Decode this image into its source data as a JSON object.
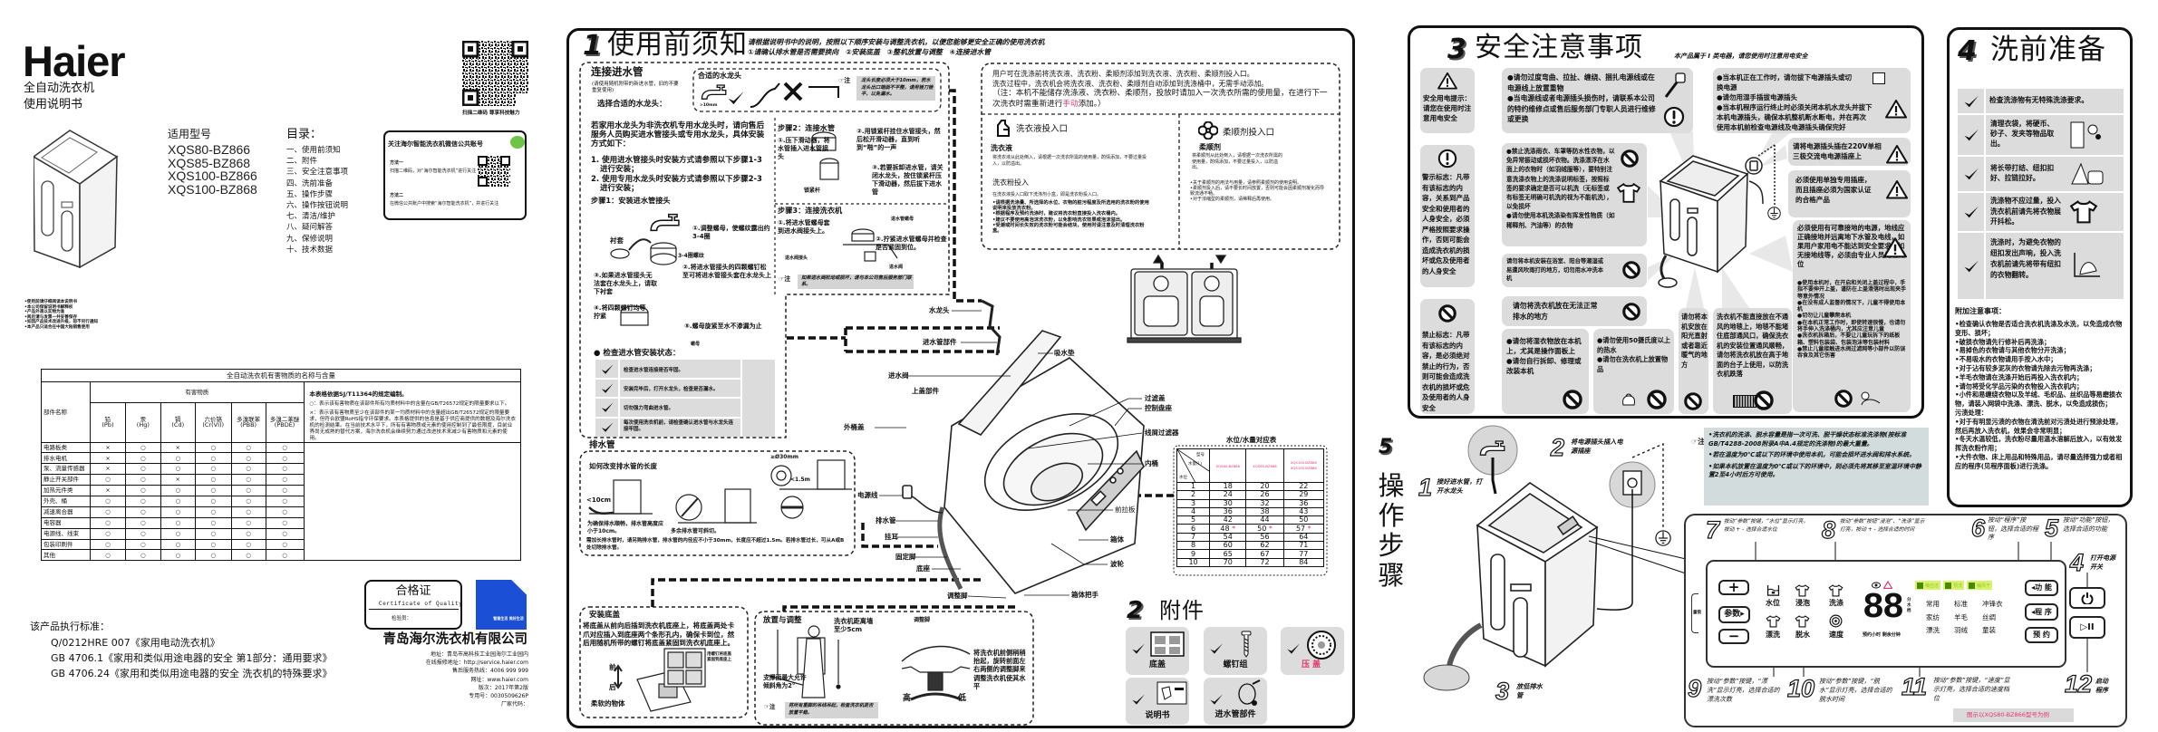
{
  "cover": {
    "brand": "Haier",
    "product_type": "全自动洗衣机",
    "doc_type": "使用说明书",
    "qr_caption": "扫描二维码 尊享科技魅力",
    "models_title": "适用型号",
    "models": [
      "XQS80-BZ866",
      "XQS85-BZ868",
      "XQS100-BZ866",
      "XQS100-BZ868"
    ],
    "toc_title": "目录：",
    "toc": [
      "一、使用前须知",
      "二、附件",
      "三、安全注意事项",
      "四、洗前准备",
      "五、操作步骤",
      "六、操作按钮说明",
      "七、清洁/维护",
      "八、疑问解答",
      "九、保修说明",
      "十、技术数据"
    ],
    "wechat": {
      "title": "关注海尔智能洗衣机微信公共账号",
      "method1_label": "方法一",
      "method1_text": "扫描二维码，对“海尔智能洗衣机”进行关注",
      "method2_label": "方法二",
      "method2_text": "在微信公共账户中搜索“海尔智能洗衣机”，并进行关注"
    },
    "notes": [
      "•使用前请仔细阅读本说明书",
      "•本公司保留说明书解释权",
      "•产品外观以实物为准",
      "•阅后请与发票一并妥善保存",
      "•如因产品技术改进升级，恕不另行通知",
      "•本产品只适合在中国大陆销售使用"
    ],
    "hazard_table": {
      "title": "全自动洗衣机有害物质的名称与含量",
      "part_header": "部件名称",
      "substance_header": "有害物质",
      "columns": [
        {
          "name": "铅",
          "symbol": "(Pb)"
        },
        {
          "name": "汞",
          "symbol": "(Hg)"
        },
        {
          "name": "镉",
          "symbol": "(Cd)"
        },
        {
          "name": "六价铬",
          "symbol": "(Cr(VI))"
        },
        {
          "name": "多溴联苯",
          "symbol": "(PBB)"
        },
        {
          "name": "多溴二苯醚",
          "symbol": "(PBDE)"
        }
      ],
      "rows": [
        {
          "part": "电路板类",
          "values": [
            "×",
            "○",
            "×",
            "○",
            "○",
            "○"
          ]
        },
        {
          "part": "排水电机",
          "values": [
            "×",
            "○",
            "○",
            "○",
            "○",
            "○"
          ]
        },
        {
          "part": "泵、流量传感器",
          "values": [
            "×",
            "○",
            "○",
            "○",
            "○",
            "○"
          ]
        },
        {
          "part": "静止开关部件",
          "values": [
            "○",
            "○",
            "×",
            "○",
            "○",
            "○"
          ]
        },
        {
          "part": "加热元件类",
          "values": [
            "×",
            "○",
            "○",
            "○",
            "○",
            "○"
          ]
        },
        {
          "part": "外壳、桶",
          "values": [
            "○",
            "○",
            "○",
            "○",
            "○",
            "○"
          ]
        },
        {
          "part": "减速离合器",
          "values": [
            "○",
            "○",
            "○",
            "○",
            "○",
            "○"
          ]
        },
        {
          "part": "电容器",
          "values": [
            "○",
            "○",
            "○",
            "○",
            "○",
            "○"
          ]
        },
        {
          "part": "电源线、线束",
          "values": [
            "○",
            "○",
            "○",
            "○",
            "○",
            "○"
          ]
        },
        {
          "part": "包装印刷件",
          "values": [
            "○",
            "○",
            "○",
            "○",
            "○",
            "○"
          ]
        },
        {
          "part": "其他",
          "values": [
            "○",
            "○",
            "○",
            "○",
            "○",
            "○"
          ]
        }
      ],
      "legend_basis": "本表格依据SJ/T11364的规定编制。",
      "legend_o": "○：表示该有害物质在该部件所有均质材料中的含量在GB/T26572规定的限量要求以下。",
      "legend_x": "×：表示该有害物质至少在该部件的某一均质材料中的含量超出GB/T26572规定的限量要求，但符合欧盟RoHS指令环保要求。本表格提供的信息是基于供应商提供的数据及海尔洗衣机的检测结果。在当前技术水平下，所有有害物质或元素的使用控制到了最低限度，目前业界尚无成熟的替代方案，海尔洗衣机会继续努力通过改进技术来减少有害物质和元素的使用。"
    },
    "standards": {
      "title": "该产品执行标准：",
      "items": [
        "Q/0212HRE 007《家用电动洗衣机》",
        "GB 4706.1《家用和类似用途电器的安全 第1部分：通用要求》",
        "GB 4706.24《家用和类似用途电器的安全 洗衣机的特殊要求》"
      ]
    },
    "certificate": {
      "title": "合格证",
      "subtitle": "Certificate of Quality",
      "inspector": "检验员："
    },
    "badge_text": "智慧生活 美好生活",
    "company": {
      "name": "青岛海尔洗衣机有限公司",
      "lines": [
        "地址：青岛市高科技工业园海尔工业园内",
        "在线报修地址：http://service.haier.com",
        "售后服务热线：4006 999 999",
        "网址：www.haier.com",
        "版次：2017年第2版",
        "专用号：0030509626P",
        "厂家代码："
      ]
    }
  },
  "section1": {
    "number": "1",
    "title": "使用前须知",
    "intro": [
      "请根据说明书中的说明，按照以下顺序安装与调整洗衣机，以便您能够更安全正确的使用洗衣机",
      "①请确认排水管是否需要换向　②安装底盖　③整机放置与调整　④连接进水管"
    ],
    "inlet": {
      "title": "连接进水管",
      "subtitle": "(请使用随机附带的新进水管，旧的不要重复使用)",
      "choose_faucet": "选择合适的水龙头：",
      "faucet_box_title": "合适的水龙头",
      "faucet_dim": ">10mm",
      "note_label": "☞注",
      "faucet_note": "龙头长度必须大于10mm，若水龙头出口端面不平整，请用锉刀锉平，以免漏水。",
      "nonstandard": "若家用水龙头为非洗衣机专用水龙头时，请向售后服务人员购买进水管接头或专用水龙头，具体安装方式如下：",
      "method1": "1. 使用进水管接头时安装方式请参照以下步骤1-3进行安装；",
      "method2": "2. 使用专用水龙头时安装方式请参照以下步骤2-3进行安装；",
      "step1_title": "步骤1：安装进水管接头",
      "step1": [
        "①.调整螺母，使螺纹露出约3-4圈",
        "②.将进水管接头的四颗螺钉松至可将进水管接头套在水龙头上",
        "③.如果进水管接头无法套在水龙头上，请取下衬套",
        "④.将四颗螺钉均等拧紧",
        "⑤.螺母旋紧至水不渗漏为止"
      ],
      "label_bushing": "衬套",
      "label_threads": "3-4圈螺纹",
      "label_nut": "螺母",
      "step2_title": "步骤2：连接水管",
      "step2": [
        "①.压下滑动器，将水管插入进水管接头",
        "②.用锁紧杆挂住水管接头，然后松开滑动器，直到听到“啪”的一声",
        "③.若要拆卸进水管，请关闭水龙头，按住锁紧杆压下滑动器，然后拔下进水管"
      ],
      "label_lever": "锁紧杆",
      "step3_title": "步骤3：连接洗衣机",
      "step3": [
        "①.将进水管螺母套到进水阀接头上。",
        "②.拧紧进水管螺母并检查是否紧固到位。"
      ],
      "label_hose_nut": "进水管螺母",
      "label_valve_connector": "进水阀接头",
      "label_valve": "进水阀",
      "step3_note": "如果进水阀松动或损坏，请与本公司售后服务部门联系。",
      "check_title": "● 检查进水管安装状态：",
      "checks": [
        "检查进水管连接是否牢固。",
        "安装完毕后，打开水龙头，检查是否漏水。",
        "切勿强力弯曲进水管。",
        "每次使用洗衣机前，请检查确认进水管与水龙头连接牢固。"
      ]
    },
    "detergent": {
      "intro": [
        "用户可在洗涤前将洗衣液、洗衣粉、柔顺剂添加到洗衣液、洗衣粉、柔顺剂投入口。",
        "洗衣过程中，洗衣机会将洗衣液、洗衣粉、柔顺剂自动添加到洗涤桶中，无需手动添加。"
      ],
      "caution_before": "（注：本机不能储存洗涤液、洗衣粉、柔顺剂，投放时请加入一次洗衣所需的使用量，在进行下一次洗衣时需重新进行",
      "caution_highlight": "手动",
      "caution_after": "添加。）",
      "liquid": {
        "inlet_title": "洗衣液投入口",
        "name": "洗衣液",
        "desc": "将洗衣液从此处倒入，请根据一次洗衣所需的使用量，酌情添加，不要过量投入，以防溢出。",
        "powder_title": "洗衣粉投入",
        "powder_desc": "在洗衣液投入口取下洗涤剂小盒，即是洗衣粉投入口。",
        "bullets": [
          "•请根据洗涤量、所选择的水位、衣物的脏污程度及所选用的洗衣粉的使用说明来投放洗衣粉。",
          "•根据程序及预约洗涤时，建议将洗衣粉直接投入洗衣桶内。",
          "•建议不要使用高泡沫洗衣粉，以免影响洗衣效果或泡沫溢出。",
          "•受潮或时间长失效的洗衣粉可能会结块，使用时请注意及时清理洗衣粉盒。"
        ]
      },
      "softener": {
        "inlet_title": "柔顺剂投入口",
        "name": "柔顺剂",
        "desc": "将柔顺剂从此处倒入，请根据一次洗衣所需的使用量，酌情添加，不要过量投入，以防溢出。",
        "bullets": [
          "•关于柔顺剂的用法与用量，请参照柔顺剂的使用说明。",
          "•柔顺剂投入后，请不要长时间放置，否则可能会因柔顺剂凝化而导致流通不畅。",
          "•对于浓缩型的柔顺剂，请稀释后再使用。"
        ]
      }
    },
    "parts": {
      "faucet": "水龙头",
      "inlet_hose": "进水管部件",
      "absorbent_pad": "吸水垫",
      "inlet_valve": "进水阀",
      "top_cover": "上盖部件",
      "outer_tub_cover": "外桶盖",
      "filter_cover": "过滤盖",
      "control_base": "控制盘座",
      "lint_filter": "线屑过滤器",
      "inner_tub": "内桶",
      "power_cord": "电源线",
      "front_panel": "前拉板",
      "drain_hose": "排水管",
      "hanger": "挂耳",
      "cabinet": "箱体",
      "fixed_foot": "固定脚",
      "base": "底座",
      "pulsator": "波轮",
      "handle": "箱体把手",
      "adjust_foot": "调整脚"
    },
    "water_table": {
      "title": "水位/水量对应表",
      "corner_model": "型号",
      "corner_volume": "水量(L)",
      "corner_level": "水位",
      "models": [
        "XQS80-BZ866",
        "XQS85-BZ868",
        "XQS100-BZ866 XQS100-BZ868"
      ],
      "rows": [
        {
          "level": "1",
          "values": [
            "18",
            "20",
            "22"
          ],
          "marks": [
            "",
            "",
            ""
          ]
        },
        {
          "level": "2",
          "values": [
            "24",
            "26",
            "29"
          ],
          "marks": [
            "",
            "",
            ""
          ]
        },
        {
          "level": "3",
          "values": [
            "30",
            "32",
            "36"
          ],
          "marks": [
            "",
            "",
            ""
          ]
        },
        {
          "level": "4",
          "values": [
            "36",
            "38",
            "43"
          ],
          "marks": [
            "",
            "",
            ""
          ]
        },
        {
          "level": "5",
          "values": [
            "42",
            "44",
            "50"
          ],
          "marks": [
            "",
            "",
            ""
          ]
        },
        {
          "level": "6",
          "values": [
            "48",
            "50",
            "57"
          ],
          "marks": [
            "*",
            "*",
            "*"
          ]
        },
        {
          "level": "7",
          "values": [
            "54",
            "56",
            "64"
          ],
          "marks": [
            "",
            "",
            ""
          ]
        },
        {
          "level": "8",
          "values": [
            "60",
            "62",
            "71"
          ],
          "marks": [
            "",
            "",
            ""
          ]
        },
        {
          "level": "9",
          "values": [
            "65",
            "67",
            "77"
          ],
          "marks": [
            "",
            "",
            ""
          ]
        },
        {
          "level": "10",
          "values": [
            "70",
            "72",
            "84"
          ],
          "marks": [
            "",
            "",
            ""
          ]
        }
      ]
    },
    "drain": {
      "title": "排水管",
      "subtitle": "如何改变排水管的长度",
      "height_limit": "<10cm",
      "height_text": "为确保排水顺畅，排水管高度应小于10cm。",
      "cut_text": "多余排水管可斜切。",
      "diameter": "≥Ø30mm",
      "length": "<1.5m",
      "extend_text": "需加长排水管时，请另购排水管，排水管的内径应不小于30mm，长度应不超过1.5m。若排水管过长，可从A或B处切除排水管。"
    },
    "base_cover": {
      "title": "安装底盖",
      "text": "将底盖从前向后插到洗衣机底座上，将底盖两处卡爪对应插入到底座两个条形孔内，确保卡到位，然后用随机所带的螺钉将底盖紧固到洗衣机底座上。",
      "front": "前",
      "back": "后",
      "soft_object": "柔软的物体",
      "screw_label": "用螺钉将底盖紧固到底座上"
    },
    "placement": {
      "title": "放置与调整",
      "wall_gap": "洗衣机距离墙至少5cm",
      "tilt": "支撑面最大允许倾斜角为2°",
      "note": "将所有重脚的吊线吊起，检查洗衣机是否放置平稳。",
      "foot_title": "调整脚",
      "high": "高",
      "low": "低",
      "adjust_text": "将洗衣机前侧稍稍抬起，旋转前面左右两侧的调整脚来调整洗衣机使其水平"
    }
  },
  "section2": {
    "number": "2",
    "title": "附件",
    "items": [
      {
        "label": "底盖"
      },
      {
        "label": "螺钉组"
      },
      {
        "label": "压盖"
      },
      {
        "label": "说明书"
      },
      {
        "label": "进水管部件"
      }
    ],
    "highlight_color": "#e8336b"
  },
  "section3": {
    "number": "3",
    "title": "安全注意事项",
    "class_note": "本产品属于 I 类电器，请您使用时注意用电安全",
    "legend": [
      {
        "text": "安全用电提示：请您在使用时注意用电安全"
      },
      {
        "text": "警示标志：凡带有该标志的内容，关系到产品安全和使用者的人身安全，必须严格按照要求操作，否则可能会造成洗衣机的损坏或危及使用者的人身安全"
      },
      {
        "text": "禁止标志：凡带有该标志的内容，是必须绝对禁止的行为，否则可能会造成洗衣机的损坏或危及使用者的人身安全"
      }
    ],
    "cord": [
      "●请勿过度弯曲、拉扯、缠绕、捆扎电源线或在电源线上放置重物",
      "●当电源线或者电源插头损伤时，请联系本公司的特约维修点或售后服务部门专职人员进行维修或更换"
    ],
    "garments": [
      "●禁止洗涤雨衣、车罩等防水性衣物，以免异常振动或损坏衣物。洗涤漂浮在水面上的衣物时（如羽绒服等），要特别注意洗涤衣物上的洗涤说明标签，按照标签的要求确定是否可以机洗（无标签或有标签无明确可机洗的视为不能机洗），以免损坏",
      "●请勿使用本机洗涤染有挥发性物质（如稀释剂、汽油等）的衣物"
    ],
    "bathroom": "请勿将本机安装在浴室、阳台等潮湿或易遭风吹雨打的地方，切勿用水冲洗本机",
    "drainage": "请勿将洗衣机放在无法正常排水的地方",
    "wet_clothes": [
      "●请勿将湿衣物放在本机上，尤其是操作面板上",
      "●请勿自行拆卸、修理或改装本机"
    ],
    "hot_water": [
      "●请勿使用50摄氏度以上的热水",
      "●请勿在洗衣机上放置物品"
    ],
    "sunlight": "请勿将本机安放在阳光直射或者靠近暖气的地方",
    "carpet": "洗衣机不能直接放在不通风的地毯上，地毯不能堵住底部通风口，确保洗衣机的安装位置通风顺畅，请勿将洗衣机放在高于地面的台子上使用，以防洗衣机跌落",
    "plug": [
      "●当本机正在工作时，请勿拔下电源插头或切换电源",
      "●请勿用湿手插拔电源插头",
      "●当本机程序运行终止时必须关闭本机水龙头并拔下本机电源插头，确保本机整机断水断电，并在再次使用本机前检查电源线及电源插头确保完好"
    ],
    "voltage": "请将电源插头插在220V单相三极交流电电源插座上",
    "socket": "必须使用单独专用插座，而且插座必须为国家认证的合格产品",
    "grounding": "必须使用有可靠接地的电源，地线应正确接地并远离地下水管及电线，如果用户家用电不能达到安全要求，如无接地线等，必须由专业人员处理到位",
    "children": [
      "●使用本机时，在开启和关闭上盖过程中，手指不要伸开上盖，谨防在上盖滑落时出现夹手等意外情况",
      "●在没有成人监督的情况下，儿童不得使用本机",
      "●切勿让儿童攀爬本机",
      "●在本机正常工作时，即使转速很慢，也请勿将手伸入洗涤桶内，尤其应注意儿童",
      "●洗衣机拆箱后，不要让儿童玩拆下的纸板箱、塑料包装袋、包装泡沫等包装材料",
      "●禁止儿童接触进水阀过滤网等小部件以防误吞食及其它伤害"
    ]
  },
  "section4": {
    "number": "4",
    "title": "洗前准备",
    "checks": [
      "检查洗涤物有无特殊洗涤要求。",
      "清理衣袋，将硬币、砂子、发夹等物品取出。",
      "将长带打结、纽扣扣好、拉链拉好。",
      "洗涤物不应过量，投入洗衣机前请先将衣物展开抖松。",
      "洗涤时，为避免衣物的纽扣发出声响，投入洗衣机前请先将带有纽扣的衣物翻转。"
    ],
    "extra_title": "附加注意事项：",
    "extra": [
      "•检查确认衣物是否适合洗衣机洗涤及水洗，以免造成衣物变形、损坏；",
      "•破损衣物请先行修补后再洗涤；",
      "•易掉色的衣物请与其他衣物分开洗涤；",
      "•不易吸水的衣物请用手按入水中；",
      "•对于沾有较多泥灰的衣物请先除去污物再洗涤；",
      "•羊毛衣物请在洗涤开始后再投入洗衣机内；",
      "•请勿将受化学品污染的衣物投入洗衣机内；",
      "•小件和易缠绕衣物以及羊绒、毛织品、丝织品等易磨损衣物，请装入网袋中洗涤、漂洗、脱水，以免造成损伤；",
      "污渍处理：",
      "•对于有明显污渍的衣物在清洗前对污渍处进行预涂处理，然后再放入洗衣机，效果会非常明显；",
      "•冬天水温较低，洗衣粉尽量用温水溶解后放入，以有效发挥洗衣粉作用；",
      "•大件衣物、床上用品和特殊用品，请尽量选择强力或者相应的程序(见程序面板)进行洗涤。"
    ]
  },
  "section5": {
    "number": "5",
    "title_chars": [
      "操",
      "作",
      "步",
      "骤"
    ],
    "steps": [
      {
        "num": "1",
        "text": "接好进水管，打开水龙头"
      },
      {
        "num": "2",
        "text": "将电源插头插入电源插座"
      },
      {
        "num": "3",
        "text": "放低排水管"
      },
      {
        "num": "4",
        "text": "打开电源开关"
      },
      {
        "num": "5",
        "text": "按动“功能”按钮，选择合适的功能"
      },
      {
        "num": "6",
        "text": "按动“程序”按钮，选择合适的程序"
      },
      {
        "num": "7",
        "text": "按动“参数”按键，“水位”显示灯亮，按动 + - 选择合适水位"
      },
      {
        "num": "8",
        "text": "按动“参数”按钮“浸泡”、“洗涤”显示灯亮，按动 + - 选择合适的时间"
      },
      {
        "num": "9",
        "text": "按动“参数”按键，“漂洗”显示灯亮，选择合适的漂洗次数"
      },
      {
        "num": "10",
        "text": "按动“参数”按键，“脱水”显示灯亮，选择合适的脱水时间"
      },
      {
        "num": "11",
        "text": "按动“参数”按键，“速度”显示灯亮，选择合适的速度档位"
      },
      {
        "num": "12",
        "text": "启动程序"
      }
    ],
    "note_label": "☞注",
    "notes": [
      "•洗衣机的洗涤、脱水容量是指一次可洗、脱干燥状态标准洗涤物(按标准GB/T4288-2008附录A中A.4规定的洗涤物)的最大重量。",
      "•若在温度为0℃或以下的环境中使用本机，可能会损坏进水阀和排水系统。",
      "•如果本机放置在温度为0℃或以下的环境中，则必须先将其移至室温环境中静置2至4小时后方可使用。"
    ],
    "panel": {
      "plus": "+",
      "param": "参数▸",
      "minus": "−",
      "child_lock": "童锁",
      "indicators": [
        "水位",
        "浸泡",
        "洗涤",
        "漂洗",
        "脱水",
        "速度"
      ],
      "display": "88",
      "display_units": "分水档",
      "display_caption": "预约小时 剩余分钟",
      "features": [
        "桶自洁",
        "预洗",
        "桶风干"
      ],
      "programs": [
        "常用",
        "标准",
        "冲锋衣",
        "家纺",
        "羊毛",
        "丝绸",
        "漂洗",
        "羽绒",
        "童装"
      ],
      "function_btn": "◂功 能",
      "program_btn": "◂程 序",
      "schedule_btn": "预 约",
      "start_btn": "▷II"
    },
    "footnote": "图示以XQS80-BZ866型号为例"
  }
}
